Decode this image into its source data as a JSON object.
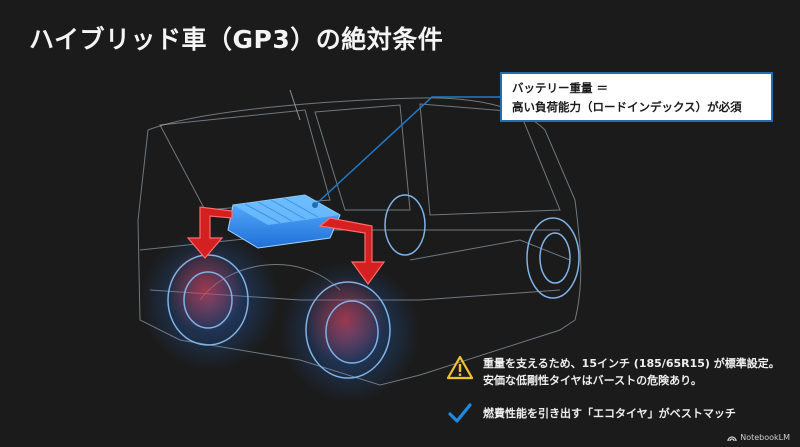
{
  "slide": {
    "title": "ハイブリッド車（GP3）の絶対条件",
    "callout": {
      "line1": "バッテリー重量 ＝",
      "line2": "高い負荷能力（ロードインデックス）が必須",
      "border_color": "#1f6fb2"
    },
    "notes": [
      {
        "icon": "warning-icon",
        "icon_color": "#f2c12e",
        "line1": "重量を支えるため、15インチ (185/65R15) が標準設定。",
        "line2": "安価な低剛性タイヤはバーストの危険あり。"
      },
      {
        "icon": "checkmark-icon",
        "icon_color": "#1e88e5",
        "line1": "燃費性能を引き出す「エコタイヤ」がベストマッチ"
      }
    ],
    "illustration": {
      "subject": "x-ray wireframe of hybrid minivan with highlighted battery pack and load arrows to rear wheels",
      "battery_color": "#2f8ff0",
      "arrow_color": "#e0201c"
    },
    "brand": "NotebookLM"
  }
}
